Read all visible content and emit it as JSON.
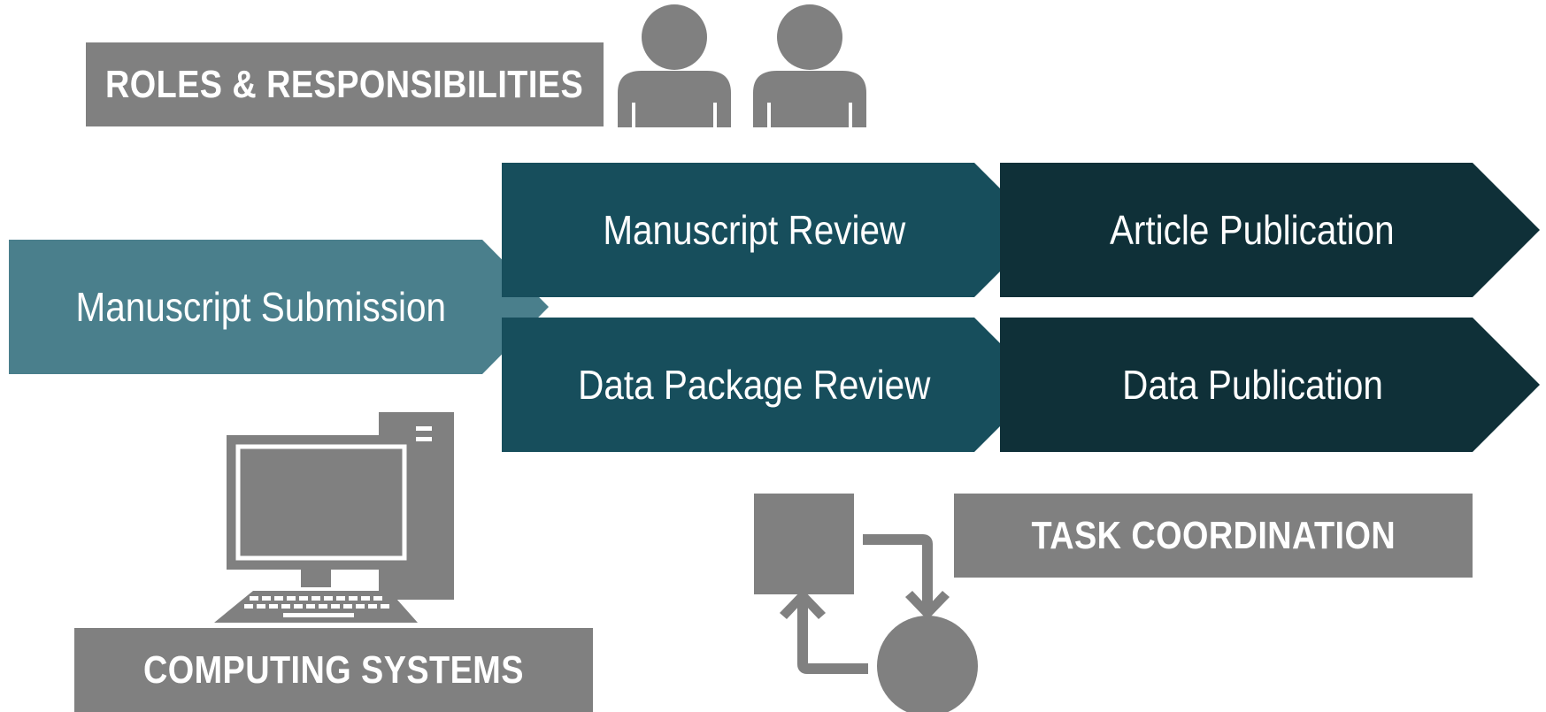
{
  "labels": {
    "roles": "ROLES & RESPONSIBILITIES",
    "computing": "COMPUTING SYSTEMS",
    "coordination": "TASK COORDINATION"
  },
  "workflow": {
    "submission": "Manuscript Submission",
    "manuscript_review": "Manuscript Review",
    "data_package_review": "Data Package Review",
    "article_publication": "Article Publication",
    "data_publication": "Data Publication"
  },
  "colors": {
    "stage1": "#4a7f8c",
    "stage2": "#174e5c",
    "stage3": "#0f3038",
    "gray": "#808080"
  },
  "icons": [
    "people-icon",
    "computer-icon",
    "workflow-icon"
  ]
}
